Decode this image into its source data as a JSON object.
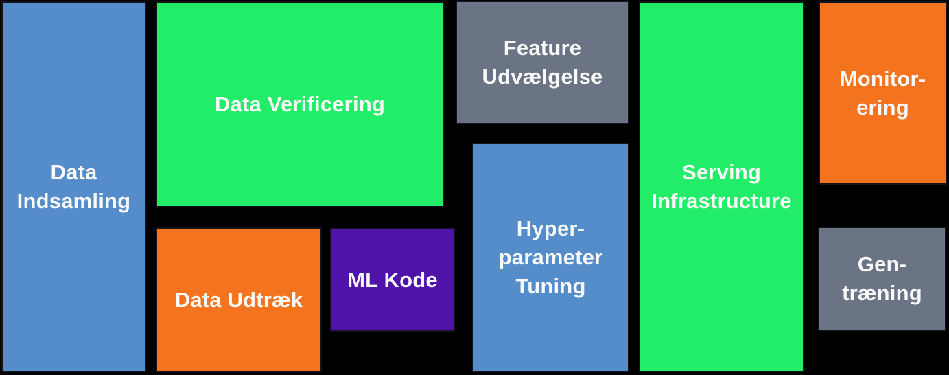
{
  "canvas": {
    "background": "#000000",
    "block_border_color": "#13131c",
    "text_color": "#fafafa"
  },
  "palette": {
    "blue": "#548dca",
    "green": "#22ed68",
    "orange": "#f3731f",
    "purple": "#5013aa",
    "gray": "#6a7484"
  },
  "blocks": [
    {
      "id": "data-indsamling",
      "label": "Data\nIndsamling",
      "color": "#548dca"
    },
    {
      "id": "data-verificering",
      "label": "Data Verificering",
      "color": "#22ed68"
    },
    {
      "id": "feature-udvaelgelse",
      "label": "Feature\nUdvælgelse",
      "color": "#6a7484"
    },
    {
      "id": "data-udtraek",
      "label": "Data Udtræk",
      "color": "#f3731f"
    },
    {
      "id": "ml-kode",
      "label": "ML Kode",
      "color": "#5013aa"
    },
    {
      "id": "hyperparameter-tuning",
      "label": "Hyper-\nparameter\nTuning",
      "color": "#548dca"
    },
    {
      "id": "serving-infrastructure",
      "label": "Serving\nInfrastructure",
      "color": "#22ed68"
    },
    {
      "id": "monitorering",
      "label": "Monitor-\nering",
      "color": "#f3731f"
    },
    {
      "id": "gentraening",
      "label": "Gen-\ntræning",
      "color": "#6a7484"
    }
  ]
}
